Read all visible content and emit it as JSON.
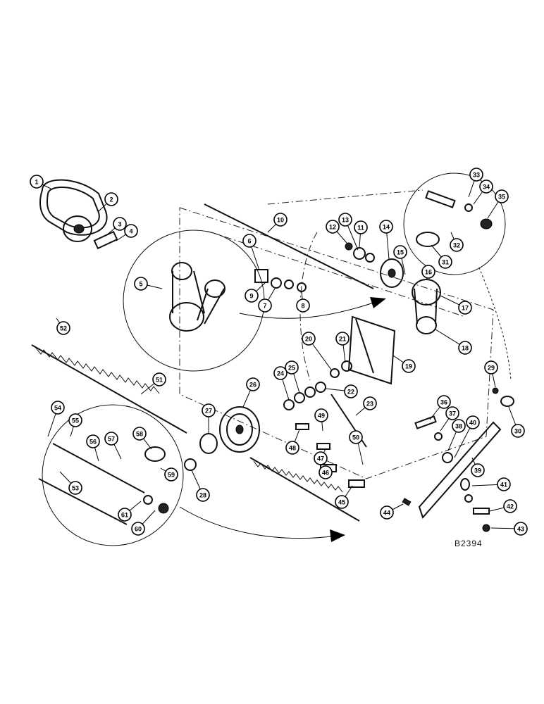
{
  "figure": {
    "id_label": "B2394",
    "callouts": [
      "1",
      "2",
      "3",
      "4",
      "5",
      "6",
      "7",
      "8",
      "9",
      "10",
      "11",
      "12",
      "13",
      "14",
      "15",
      "16",
      "17",
      "18",
      "19",
      "20",
      "21",
      "22",
      "23",
      "24",
      "25",
      "26",
      "27",
      "28",
      "29",
      "30",
      "31",
      "32",
      "33",
      "34",
      "35",
      "36",
      "37",
      "38",
      "39",
      "40",
      "41",
      "42",
      "43",
      "44",
      "45",
      "46",
      "47",
      "48",
      "49",
      "50",
      "51",
      "52",
      "53",
      "54",
      "55",
      "56",
      "57",
      "58",
      "59",
      "60",
      "61"
    ]
  }
}
